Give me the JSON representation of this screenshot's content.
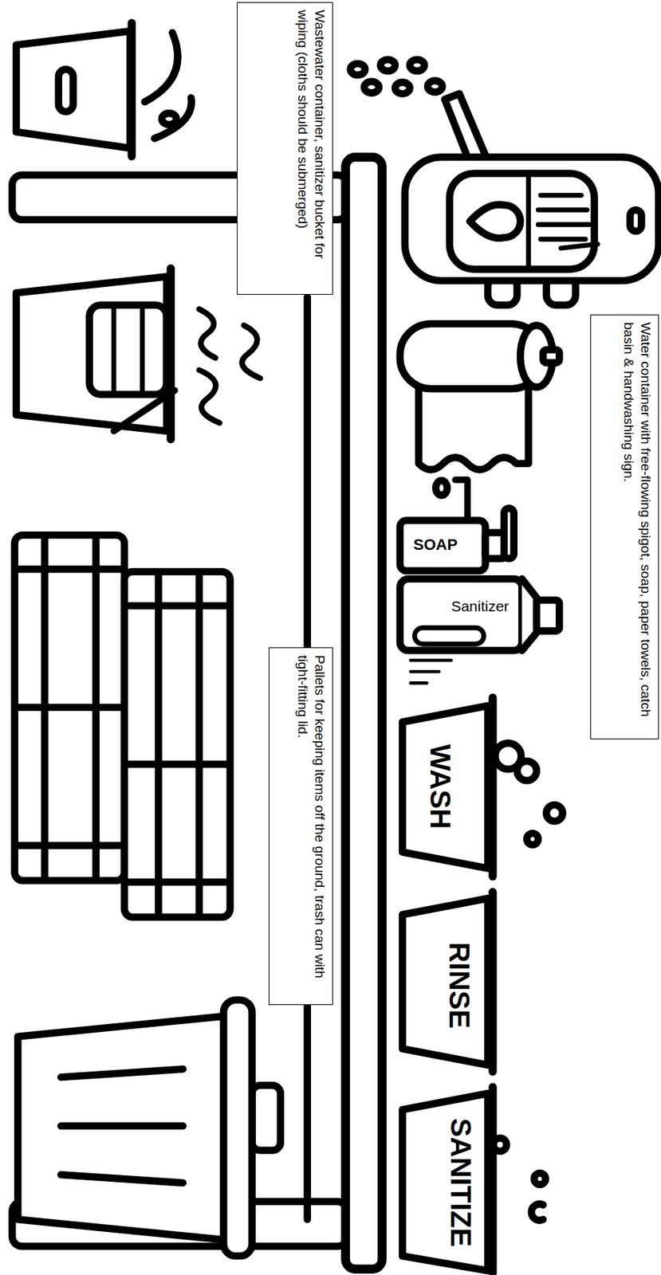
{
  "diagram": {
    "nodes": [
      {
        "text": [
          "Water container with free-flowing spigot, soap, paper towels, catch basin & handwashing sign."
        ]
      },
      {
        "text": [
          "Wastewater container, sanitizer bucket for wiping (cloths should be submerged)"
        ]
      },
      {
        "text": [
          "Pallets for keeping items off the ground, trash can with tight-fitting lid."
        ]
      }
    ],
    "labels": [
      "SOAP",
      "Sanitizer",
      "WASH",
      "RINSE",
      "SANITIZE"
    ]
  }
}
